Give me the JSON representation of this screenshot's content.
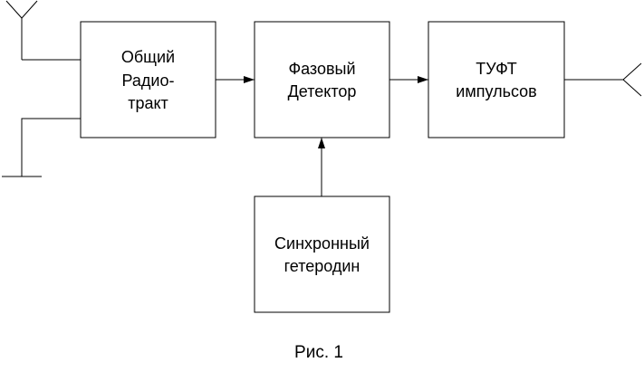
{
  "blocks": {
    "common_rf": {
      "line1": "Общий",
      "line2": "Радио-",
      "line3": "тракт"
    },
    "phase_detector": {
      "line1": "Фазовый",
      "line2": "Детектор"
    },
    "pulse_shaper": {
      "line1": "ТУФТ",
      "line2": "импульсов"
    },
    "sync_oscillator": {
      "line1": "Синхронный",
      "line2": "гетеродин"
    }
  },
  "caption": "Рис. 1"
}
